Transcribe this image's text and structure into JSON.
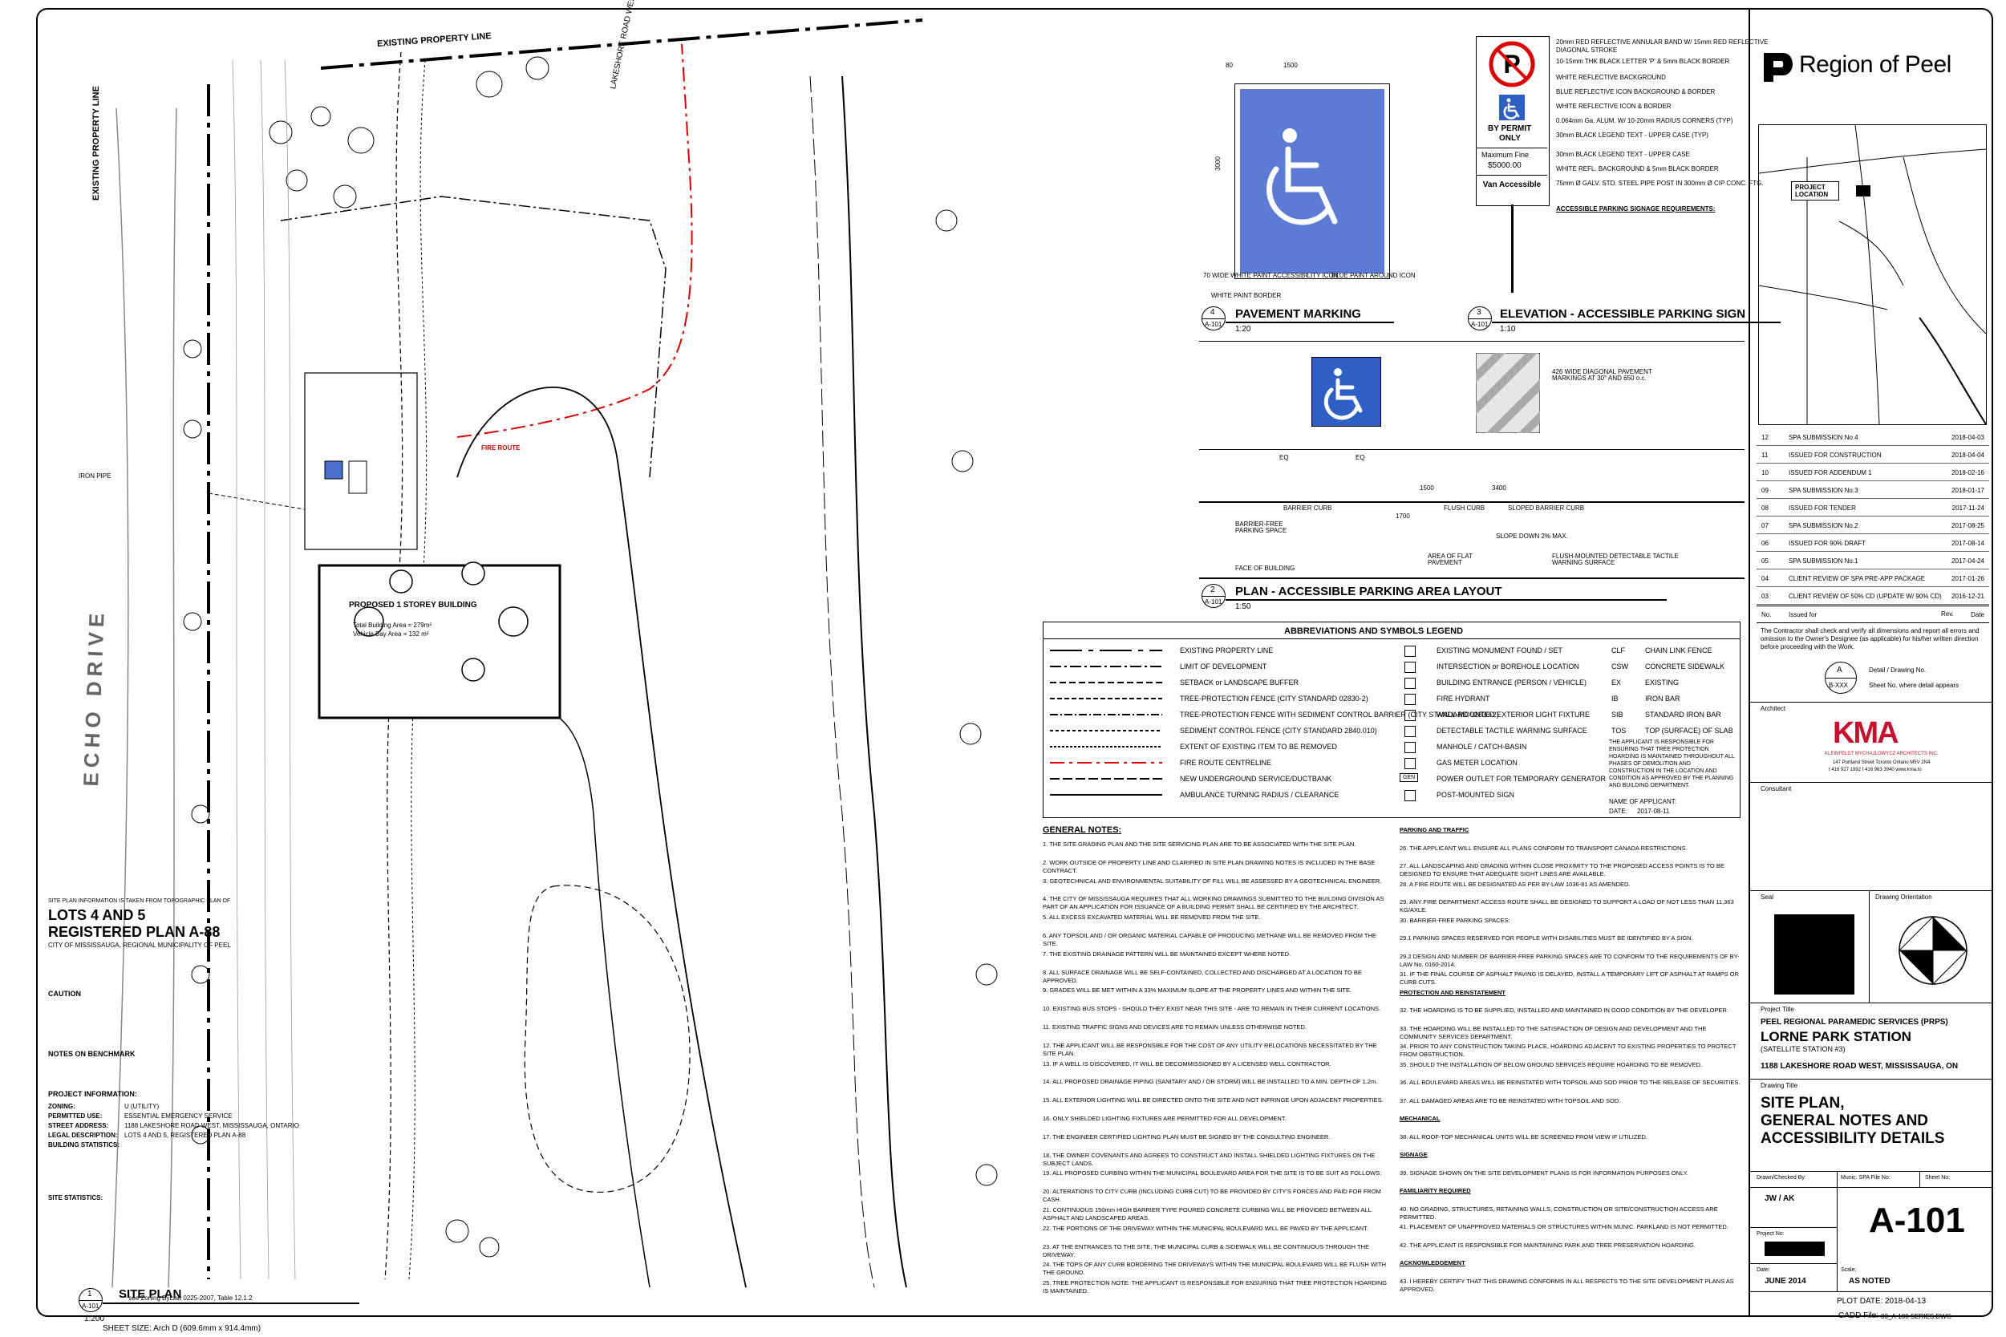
{
  "sheet": {
    "size_note": "SHEET SIZE: Arch D (609.6mm x 914.4mm)",
    "plot_date_label": "PLOT DATE:",
    "plot_date": "2018-04-13",
    "cadd_file_label": "CADD File:",
    "cadd_file": "83_A-100 SERIES.DWG"
  },
  "title_block": {
    "client": "Region of Peel",
    "project_location_label": "PROJECT LOCATION",
    "revisions": [
      {
        "no": "12",
        "desc": "SPA SUBMISSION No.4",
        "date": "2018-04-03"
      },
      {
        "no": "11",
        "desc": "ISSUED FOR CONSTRUCTION",
        "date": "2018-04-04"
      },
      {
        "no": "10",
        "desc": "ISSUED FOR ADDENDUM 1",
        "date": "2018-02-16"
      },
      {
        "no": "09",
        "desc": "SPA SUBMISSION No.3",
        "date": "2018-01-17"
      },
      {
        "no": "08",
        "desc": "ISSUED FOR TENDER",
        "date": "2017-11-24"
      },
      {
        "no": "07",
        "desc": "SPA SUBMISSION No.2",
        "date": "2017-08-25"
      },
      {
        "no": "06",
        "desc": "ISSUED FOR 90% DRAFT",
        "date": "2017-08-14"
      },
      {
        "no": "05",
        "desc": "SPA SUBMISSION No.1",
        "date": "2017-04-24"
      },
      {
        "no": "04",
        "desc": "CLIENT REVIEW OF SPA PRE-APP PACKAGE",
        "date": "2017-01-26"
      },
      {
        "no": "03",
        "desc": "CLIENT REVIEW OF 50% CD (UPDATE W/ 90% CD)",
        "date": "2016-12-21"
      }
    ],
    "rev_header": {
      "no": "No.",
      "desc": "Issued for",
      "rev": "Rev.",
      "date": "Date"
    },
    "contractor_note": "The Contractor shall check and verify all dimensions and report all errors and omission to the Owner's Designee (as applicable) for his/her written direction before proceeding with the Work.",
    "detail_legend": {
      "letter": "A",
      "ref": "B-XXX",
      "desc1": "Detail / Drawing No.",
      "desc2": "Sheet No. where detail appears"
    },
    "architect_label": "Architect",
    "architect_logo": "KMA",
    "architect_name": "KLEINFELDT MYCHAJLOWYCZ ARCHITECTS INC.",
    "architect_address": "147 Portland Street  Toronto Ontario  M5V 2N4",
    "architect_phone": "t 416 927 1992   f 416 963 3940   www.kma.to",
    "consultant_label": "Consultant",
    "seal_label": "Seal",
    "orientation_label": "Drawing Orientation",
    "project_title_label": "Project Title",
    "project_line1": "PEEL REGIONAL PARAMEDIC SERVICES (PRPS)",
    "project_line2": "LORNE PARK STATION",
    "project_line3": "(SATELLITE STATION #3)",
    "project_line4": "1188 LAKESHORE ROAD WEST, MISSISSAUGA, ON",
    "drawing_title_label": "Drawing Title",
    "drawing_title_1": "SITE PLAN,",
    "drawing_title_2": "GENERAL NOTES AND",
    "drawing_title_3": "ACCESSIBILITY DETAILS",
    "drawn_label": "Drawn/Checked By:",
    "drawn": "JW / AK",
    "munic_label": "Munic. SPA File No:",
    "project_no_label": "Project No:",
    "date_label": "Date:",
    "date": "JUNE 2014",
    "scale_label": "Scale:",
    "scale": "AS NOTED",
    "sheet_no_label": "Sheet No:",
    "sheet_no": "A-101"
  },
  "details": {
    "site_plan": {
      "num": "1",
      "ref": "A-101",
      "title": "SITE PLAN",
      "scale": "1:200"
    },
    "pavement_marking": {
      "num": "4",
      "ref": "A-101",
      "title": "PAVEMENT MARKING",
      "scale": "1:20"
    },
    "elevation_sign": {
      "num": "3",
      "ref": "A-101",
      "title": "ELEVATION - ACCESSIBLE PARKING SIGN",
      "scale": "1:10"
    },
    "plan_parking": {
      "num": "2",
      "ref": "A-101",
      "title": "PLAN - ACCESSIBLE PARKING AREA LAYOUT",
      "scale": "1:50"
    }
  },
  "site_plan_labels": {
    "existing_property_line": "EXISTING PROPERTY LINE",
    "street": "ECHO DRIVE",
    "road": "LAKESHORE ROAD WEST",
    "building": "PROPOSED 1 STOREY BUILDING",
    "building_area": "Total Building Area = 279m²",
    "vehicle_bay": "Vehicle Bay Area = 132 m²",
    "fire_route": "FIRE ROUTE",
    "iron_pipe": "IRON PIPE"
  },
  "survey_info": {
    "header_note": "SITE PLAN INFORMATION IS TAKEN FROM TOPOGRAPHIC PLAN OF",
    "lots": "LOTS 4 AND 5",
    "plan": "REGISTERED PLAN A-88",
    "city": "CITY OF MISSISSAUGA, REGIONAL MUNICIPALITY OF PEEL",
    "caution_title": "CAUTION",
    "benchmark_title": "NOTES ON BENCHMARK",
    "project_info_title": "PROJECT INFORMATION:",
    "zoning_label": "ZONING:",
    "zoning": "U (UTILITY)",
    "use_label": "PERMITTED USE:",
    "use": "ESSENTIAL EMERGENCY SERVICE",
    "address_label": "STREET ADDRESS:",
    "address": "1188 LAKESHORE ROAD WEST, MISSISSAUGA, ONTARIO",
    "legal_label": "LEGAL DESCRIPTION:",
    "legal": "LOTS 4 AND 5, REGISTERED PLAN A-88",
    "stats_label": "BUILDING STATISTICS:",
    "site_stats_label": "SITE STATISTICS:",
    "footnote": "* see Zoning ByLaw 0225-2007, Table 12.1.2"
  },
  "legend": {
    "title": "ABBREVIATIONS AND SYMBOLS LEGEND",
    "left": [
      "EXISTING PROPERTY LINE",
      "LIMIT OF DEVELOPMENT",
      "SETBACK or LANDSCAPE BUFFER",
      "TREE-PROTECTION FENCE (CITY STANDARD 02830-2)",
      "TREE-PROTECTION FENCE WITH SEDIMENT CONTROL BARRIER (CITY STANDARD 02830-2)",
      "SEDIMENT CONTROL FENCE (CITY STANDARD 2840.010)",
      "EXTENT OF EXISTING ITEM TO BE REMOVED",
      "FIRE ROUTE CENTRELINE",
      "NEW UNDERGROUND SERVICE/DUCTBANK",
      "AMBULANCE TURNING RADIUS / CLEARANCE"
    ],
    "middle": [
      "EXISTING MONUMENT FOUND / SET",
      "INTERSECTION or BOREHOLE LOCATION",
      "BUILDING ENTRANCE (PERSON / VEHICLE)",
      "FIRE HYDRANT",
      "WALL-MOUNTED EXTERIOR LIGHT FIXTURE",
      "DETECTABLE TACTILE WARNING SURFACE",
      "MANHOLE / CATCH-BASIN",
      "GAS METER LOCATION",
      "POWER OUTLET FOR TEMPORARY GENERATOR",
      "POST-MOUNTED SIGN"
    ],
    "gen_label": "GEN",
    "abbrev": [
      {
        "code": "CLF",
        "desc": "CHAIN LINK FENCE"
      },
      {
        "code": "CSW",
        "desc": "CONCRETE SIDEWALK"
      },
      {
        "code": "EX",
        "desc": "EXISTING"
      },
      {
        "code": "IB",
        "desc": "IRON BAR"
      },
      {
        "code": "SIB",
        "desc": "STANDARD IRON BAR"
      },
      {
        "code": "TOS",
        "desc": "TOP (SURFACE) OF SLAB"
      }
    ],
    "hoarding_note": "THE APPLICANT IS RESPONSIBLE FOR ENSURING THAT TREE PROTECTION HOARDING IS MAINTAINED THROUGHOUT ALL PHASES OF DEMOLITION AND CONSTRUCTION IN THE LOCATION AND CONDITION AS APPROVED BY THE PLANNING AND BUILDING DEPARTMENT.",
    "name_label": "NAME OF APPLICANT:",
    "date_label": "DATE:",
    "date": "2017-08-11"
  },
  "general_notes": {
    "title": "GENERAL NOTES:",
    "notes": [
      "1. THE SITE GRADING PLAN AND THE SITE SERVICING PLAN ARE TO BE ASSOCIATED WITH THE SITE PLAN.",
      "2. WORK OUTSIDE OF PROPERTY LINE AND CLARIFIED IN SITE PLAN DRAWING NOTES IS INCLUDED IN THE BASE CONTRACT.",
      "3. GEOTECHNICAL AND ENVIRONMENTAL SUITABILITY OF FILL WILL BE ASSESSED BY A GEOTECHNICAL ENGINEER.",
      "4. THE CITY OF MISSISSAUGA REQUIRES THAT ALL WORKING DRAWINGS SUBMITTED TO THE BUILDING DIVISION AS PART OF AN APPLICATION FOR ISSUANCE OF A BUILDING PERMIT SHALL BE CERTIFIED BY THE ARCHITECT.",
      "5. ALL EXCESS EXCAVATED MATERIAL WILL BE REMOVED FROM THE SITE.",
      "6. ANY TOPSOIL AND / OR ORGANIC MATERIAL CAPABLE OF PRODUCING METHANE WILL BE REMOVED FROM THE SITE.",
      "7. THE EXISTING DRAINAGE PATTERN WILL BE MAINTAINED EXCEPT WHERE NOTED.",
      "8. ALL SURFACE DRAINAGE WILL BE SELF-CONTAINED, COLLECTED AND DISCHARGED AT A LOCATION TO BE APPROVED.",
      "9. GRADES WILL BE MET WITHIN A 33% MAXIMUM SLOPE AT THE PROPERTY LINES AND WITHIN THE SITE.",
      "10. EXISTING BUS STOPS - SHOULD THEY EXIST NEAR THIS SITE - ARE TO REMAIN IN THEIR CURRENT LOCATIONS.",
      "11. EXISTING TRAFFIC SIGNS AND DEVICES ARE TO REMAIN UNLESS OTHERWISE NOTED.",
      "12. THE APPLICANT WILL BE RESPONSIBLE FOR THE COST OF ANY UTILITY RELOCATIONS NECESSITATED BY THE SITE PLAN.",
      "13. IF A WELL IS DISCOVERED, IT WILL BE DECOMMISSIONED BY A LICENSED WELL CONTRACTOR.",
      "14. ALL PROPOSED DRAINAGE PIPING (SANITARY AND / OR STORM) WILL BE INSTALLED TO A MIN. DEPTH OF 1.2m.",
      "15. ALL EXTERIOR LIGHTING WILL BE DIRECTED ONTO THE SITE AND NOT INFRINGE UPON ADJACENT PROPERTIES.",
      "16. ONLY SHIELDED LIGHTING FIXTURES ARE PERMITTED FOR ALL DEVELOPMENT.",
      "17. THE ENGINEER CERTIFIED LIGHTING PLAN MUST BE SIGNED BY THE CONSULTING ENGINEER.",
      "18. THE OWNER COVENANTS AND AGREES TO CONSTRUCT AND INSTALL SHIELDED LIGHTING FIXTURES ON THE SUBJECT LANDS.",
      "19. ALL PROPOSED CURBING WITHIN THE MUNICIPAL BOULEVARD AREA FOR THE SITE IS TO BE SUIT AS FOLLOWS:",
      "20. ALTERATIONS TO CITY CURB (INCLUDING CURB CUT) TO BE PROVIDED BY CITY'S FORCES AND PAID FOR FROM CASH.",
      "21. CONTINUOUS 150mm HIGH BARRIER TYPE POURED CONCRETE CURBING WILL BE PROVIDED BETWEEN ALL ASPHALT AND LANDSCAPED AREAS.",
      "22. THE PORTIONS OF THE DRIVEWAY WITHIN THE MUNICIPAL BOULEVARD WILL BE PAVED BY THE APPLICANT.",
      "23. AT THE ENTRANCES TO THE SITE, THE MUNICIPAL CURB & SIDEWALK WILL BE CONTINUOUS THROUGH THE DRIVEWAY.",
      "24. THE TOPS OF ANY CURB BORDERING THE DRIVEWAYS WITHIN THE MUNICIPAL BOULEVARD WILL BE FLUSH WITH THE GROUND.",
      "25. TREE PROTECTION NOTE: THE APPLICANT IS RESPONSIBLE FOR ENSURING THAT TREE PROTECTION HOARDING IS MAINTAINED."
    ],
    "col2": [
      "PARKING AND TRAFFIC",
      "26. THE APPLICANT WILL ENSURE ALL PLANS CONFORM TO TRANSPORT CANADA RESTRICTIONS.",
      "27. ALL LANDSCAPING AND GRADING WITHIN CLOSE PROXIMITY TO THE PROPOSED ACCESS POINTS IS TO BE DESIGNED TO ENSURE THAT ADEQUATE SIGHT LINES ARE AVAILABLE.",
      "28. A FIRE ROUTE WILL BE DESIGNATED AS PER BY-LAW 1036-81 AS AMENDED.",
      "29. ANY FIRE DEPARTMENT ACCESS ROUTE SHALL BE DESIGNED TO SUPPORT A LOAD OF NOT LESS THAN 11,363 KG/AXLE.",
      "30. BARRIER-FREE PARKING SPACES:",
      "29.1 PARKING SPACES RESERVED FOR PEOPLE WITH DISABILITIES MUST BE IDENTIFIED BY A SIGN.",
      "29.2 DESIGN AND NUMBER OF BARRIER-FREE PARKING SPACES ARE TO CONFORM TO THE REQUIREMENTS OF BY-LAW No. 0160-2014.",
      "31. IF THE FINAL COURSE OF ASPHALT PAVING IS DELAYED, INSTALL A TEMPORARY LIFT OF ASPHALT AT RAMPS OR CURB CUTS.",
      "PROTECTION AND REINSTATEMENT",
      "32. THE HOARDING IS TO BE SUPPLIED, INSTALLED AND MAINTAINED IN GOOD CONDITION BY THE DEVELOPER.",
      "33. THE HOARDING WILL BE INSTALLED TO THE SATISFACTION OF DESIGN AND DEVELOPMENT AND THE COMMUNITY SERVICES DEPARTMENT.",
      "34. PRIOR TO ANY CONSTRUCTION TAKING PLACE, HOARDING ADJACENT TO EXISTING PROPERTIES TO PROTECT FROM OBSTRUCTION.",
      "35. SHOULD THE INSTALLATION OF BELOW GROUND SERVICES REQUIRE HOARDING TO BE REMOVED.",
      "36. ALL BOULEVARD AREAS WILL BE REINSTATED WITH TOPSOIL AND SOD PRIOR TO THE RELEASE OF SECURITIES.",
      "37. ALL DAMAGED AREAS ARE TO BE REINSTATED WITH TOPSOIL AND SOD.",
      "MECHANICAL",
      "38. ALL ROOF-TOP MECHANICAL UNITS WILL BE SCREENED FROM VIEW IF UTILIZED.",
      "SIGNAGE",
      "39. SIGNAGE SHOWN ON THE SITE DEVELOPMENT PLANS IS FOR INFORMATION PURPOSES ONLY.",
      "FAMILIARITY REQUIRED",
      "40. NO GRADING, STRUCTURES, RETAINING WALLS, CONSTRUCTION OR SITE/CONSTRUCTION ACCESS ARE PERMITTED.",
      "41. PLACEMENT OF UNAPPROVED MATERIALS OR STRUCTURES WITHIN MUNIC. PARKLAND IS NOT PERMITTED.",
      "42. THE APPLICANT IS RESPONSIBLE FOR MAINTAINING PARK AND TREE PRESERVATION HOARDING.",
      "ACKNOWLEDGEMENT",
      "43. I HEREBY CERTIFY THAT THIS DRAWING CONFORMS IN ALL RESPECTS TO THE SITE DEVELOPMENT PLANS AS APPROVED."
    ]
  },
  "sign_detail": {
    "by_permit": "BY PERMIT",
    "only": "ONLY",
    "fine_label": "Maximum Fine",
    "fine": "$5000.00",
    "van": "Van Accessible",
    "notes_title": "ACCESSIBLE PARKING SIGNAGE REQUIREMENTS:",
    "spec": [
      "20mm RED REFLECTIVE ANNULAR BAND W/ 15mm RED REFLECTIVE DIAGONAL STROKE",
      "10-15mm THK BLACK LETTER 'P' & 5mm BLACK BORDER",
      "WHITE REFLECTIVE BACKGROUND",
      "BLUE REFLECTIVE ICON BACKGROUND & BORDER",
      "WHITE REFLECTIVE ICON & BORDER",
      "0.064mm Ga. ALUM. W/ 10-20mm RADIUS CORNERS (TYP)",
      "30mm BLACK LEGEND TEXT - UPPER CASE (TYP)",
      "30mm BLACK LEGEND TEXT - UPPER CASE",
      "WHITE REFL. BACKGROUND & 5mm BLACK BORDER",
      "75mm Ø GALV. STD. STEEL PIPE POST IN 300mm Ø CIP CONC. FTG."
    ]
  },
  "pavement_labels": {
    "icon": "70 WIDE WHITE PAINT ACCESSIBILITY ICON",
    "border": "WHITE PAINT BORDER",
    "blue": "BLUE PAINT AROUND ICON",
    "dim1": "1500",
    "dim2": "80",
    "dim3": "3000"
  },
  "parking_plan_labels": {
    "diag": "426 WIDE DIAGONAL PAVEMENT MARKINGS AT 30° AND 650 o.c.",
    "curb1": "BARRIER CURB",
    "curb2": "FLUSH CURB",
    "curb3": "SLOPED BARRIER CURB",
    "bf_space": "BARRIER-FREE PARKING SPACE",
    "face": "FACE OF BUILDING",
    "slope": "SLOPE DOWN 2% MAX.",
    "flat": "AREA OF FLAT PAVEMENT",
    "tactile": "FLUSH-MOUNTED DETECTABLE TACTILE WARNING SURFACE",
    "eq": "EQ",
    "d1": "1700",
    "d2": "1500",
    "d3": "3400"
  }
}
